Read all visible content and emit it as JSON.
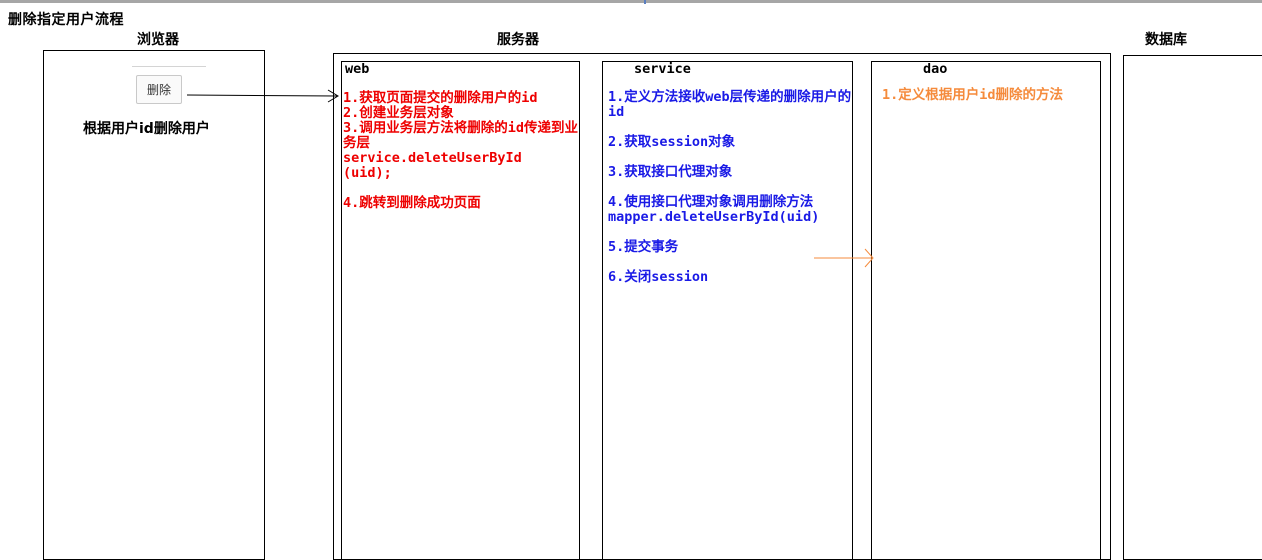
{
  "page_title": "删除指定用户流程",
  "columns": {
    "browser": "浏览器",
    "server": "服务器",
    "database": "数据库"
  },
  "browser": {
    "delete_button": "删除",
    "caption": "根据用户id删除用户"
  },
  "web": {
    "title": "web",
    "steps": [
      "1.获取页面提交的删除用户的id",
      "2.创建业务层对象",
      "3.调用业务层方法将删除的id传递到业务层\nservice.deleteUserById\n(uid);",
      "4.跳转到删除成功页面"
    ]
  },
  "service": {
    "title": "service",
    "steps": [
      "1.定义方法接收web层传递的删除用户的id",
      "2.获取session对象",
      "3.获取接口代理对象",
      "4.使用接口代理对象调用删除方法\nmapper.deleteUserById(uid)",
      "5.提交事务",
      "6.关闭session"
    ]
  },
  "dao": {
    "title": "dao",
    "steps": [
      "1.定义根据用户id删除的方法"
    ]
  },
  "colors": {
    "web_text": "#ee0000",
    "service_text": "#1a1ae6",
    "dao_text": "#f58b3c",
    "service_to_dao_arrow": "#f58b3c"
  }
}
